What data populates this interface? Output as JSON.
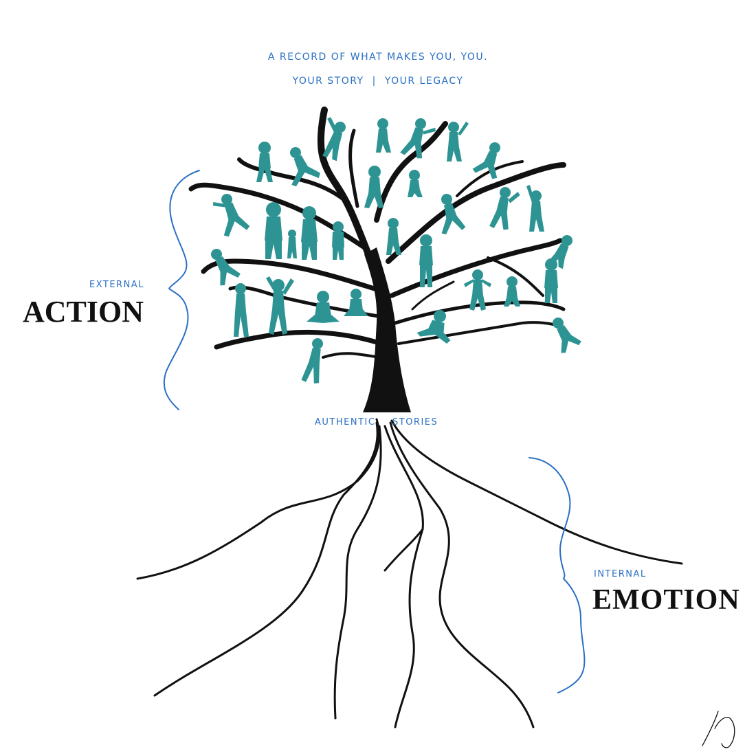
{
  "colors": {
    "accent_blue": "#2a6fc4",
    "figure_teal": "#2e9493",
    "ink": "#111111",
    "background": "#ffffff"
  },
  "header": {
    "tagline": "A RECORD OF WHAT MAKES YOU, YOU.",
    "story": "YOUR STORY",
    "separator": "|",
    "legacy": "YOUR LEGACY"
  },
  "left": {
    "small_label": "EXTERNAL",
    "big_label": "ACTION"
  },
  "trunk": {
    "left_label": "AUTHENTIC",
    "right_label": "STORIES"
  },
  "right": {
    "small_label": "INTERNAL",
    "big_label": "EMOTION"
  },
  "icons": {
    "tree": "tree-icon",
    "people": "person-silhouette-icon",
    "signature": "artist-signature-icon"
  }
}
